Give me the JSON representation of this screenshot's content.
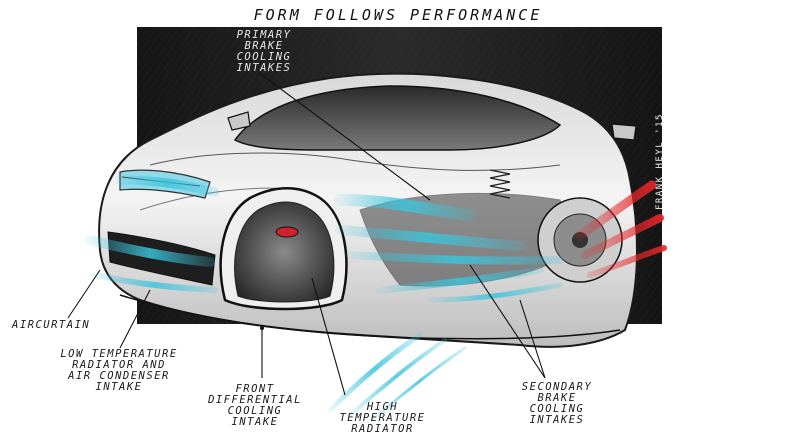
{
  "title": "FORM FOLLOWS PERFORMANCE",
  "signature": "FRANK HEYL '15",
  "labels": {
    "primary_brake": "PRIMARY\nBRAKE\nCOOLING\nINTAKES",
    "aircurtain": "AIRCURTAIN",
    "low_temp": "LOW TEMPERATURE\nRADIATOR AND\nAIR CONDENSER\nINTAKE",
    "front_diff": "FRONT\nDIFFERENTIAL\nCOOLING\nINTAKE",
    "high_temp": "HIGH\nTEMPERATURE\nRADIATOR",
    "secondary_brake": "SECONDARY\nBRAKE\nCOOLING\nINTAKES"
  },
  "colors": {
    "airflow_cool": "#3cc4dc",
    "airflow_hot": "#e8262a",
    "panel": "#1c1c1c"
  }
}
